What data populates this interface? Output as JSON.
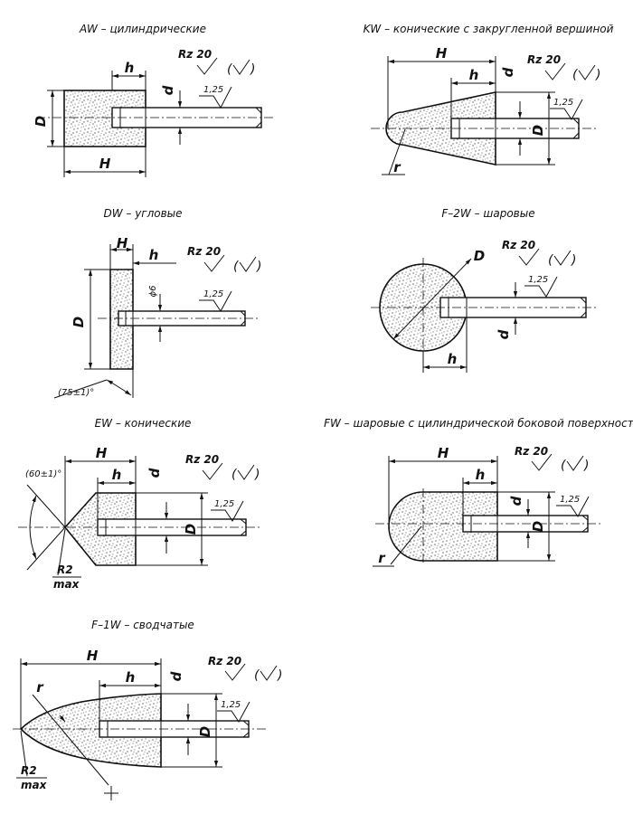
{
  "shapes": [
    {
      "id": "aw",
      "title": "AW – цилиндрические",
      "labels": {
        "h": "h",
        "H": "H",
        "D": "D",
        "d": "d"
      }
    },
    {
      "id": "kw",
      "title": "KW – конические с закругленной вершиной",
      "labels": {
        "h": "h",
        "H": "H",
        "D": "D",
        "d": "d",
        "r": "r"
      }
    },
    {
      "id": "dw",
      "title": "DW – угловые",
      "labels": {
        "h": "h",
        "H": "H",
        "D": "D",
        "phi": "ϕ6",
        "angle": "(75±1)°"
      }
    },
    {
      "id": "f2w",
      "title": "F–2W – шаровые",
      "labels": {
        "h": "h",
        "D": "D",
        "d": "d"
      }
    },
    {
      "id": "ew",
      "title": "EW – конические",
      "labels": {
        "h": "h",
        "H": "H",
        "D": "D",
        "d": "d",
        "angle": "(60±1)°",
        "rmax": "R2",
        "max": "max"
      }
    },
    {
      "id": "fw",
      "title": "FW – шаровые с цилиндрической боковой поверхностью",
      "labels": {
        "h": "h",
        "H": "H",
        "D": "D",
        "d": "d",
        "r": "r"
      }
    },
    {
      "id": "f1w",
      "title": "F–1W – сводчатые",
      "labels": {
        "h": "h",
        "H": "H",
        "D": "D",
        "d": "d",
        "r": "r",
        "rmax": "R2",
        "max": "max"
      }
    }
  ],
  "roughness": {
    "rz": "Rz 20",
    "ra": "1,25"
  }
}
